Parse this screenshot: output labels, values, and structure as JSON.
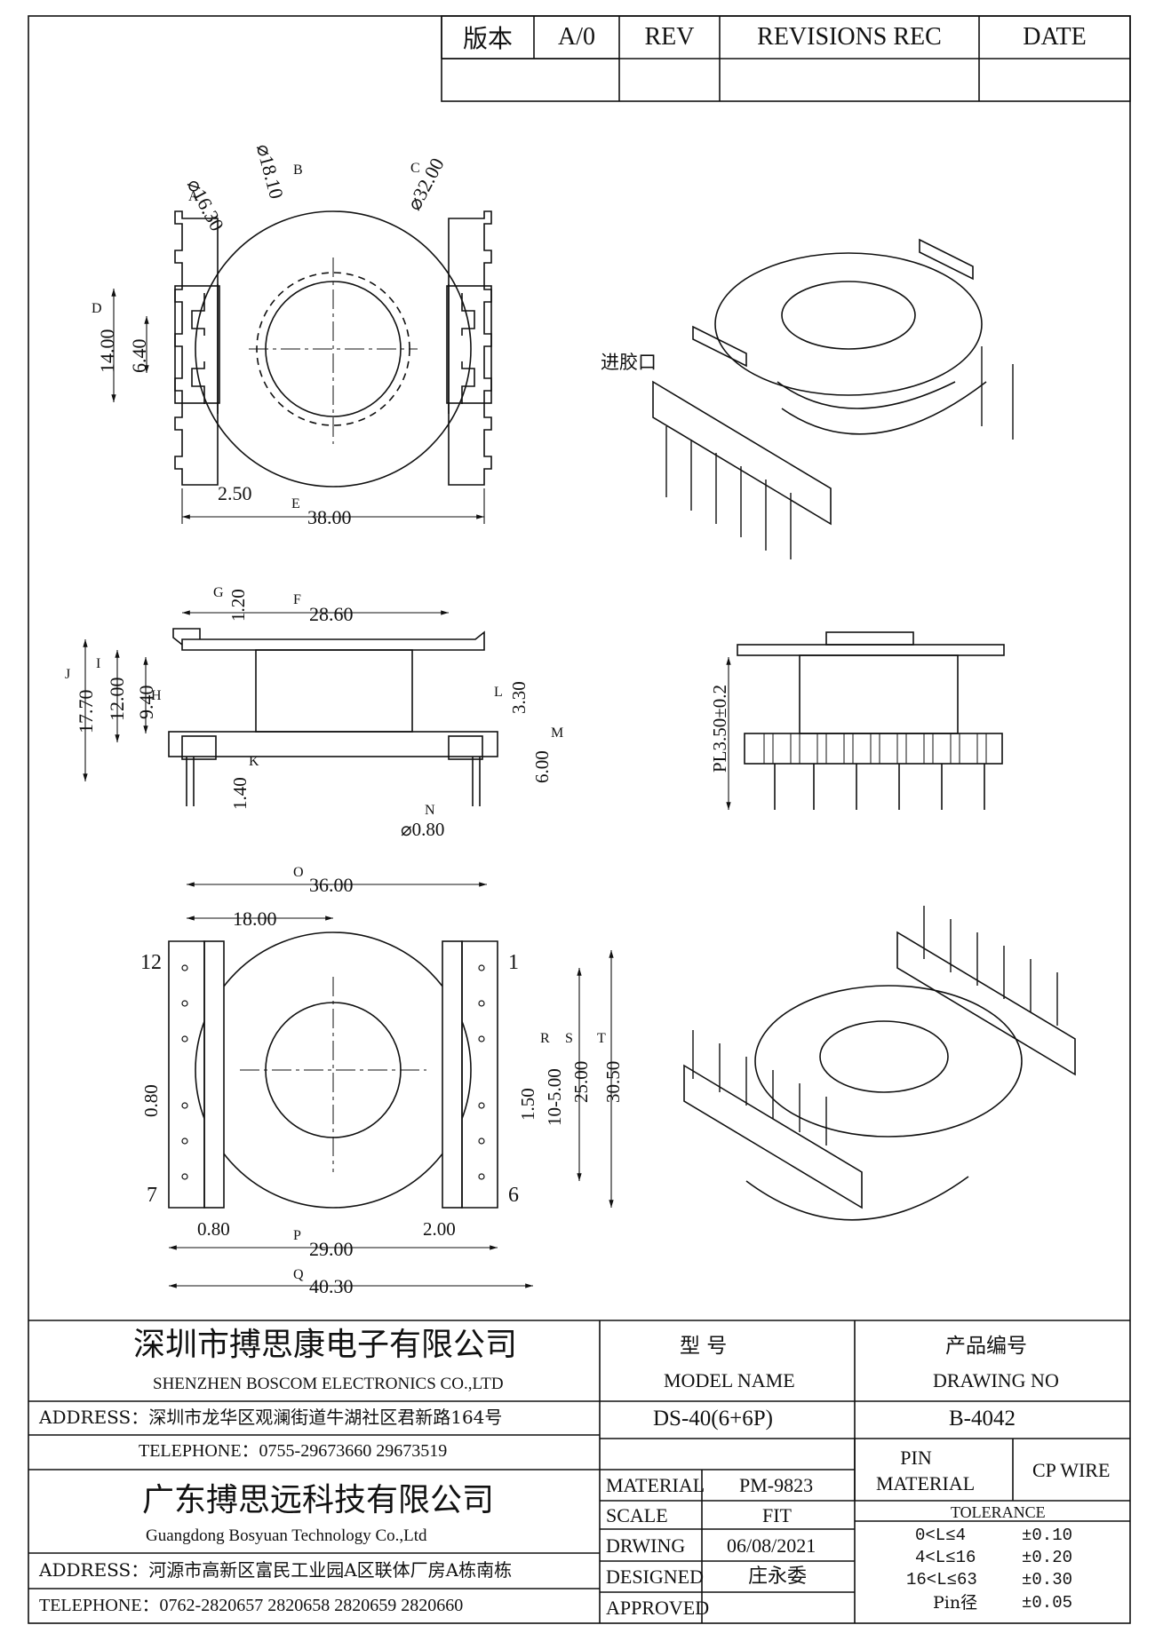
{
  "revision_block": {
    "version_label": "版本",
    "version_value": "A/0",
    "rev_header": "REV",
    "revisions_header": "REVISIONS REC",
    "date_header": "DATE"
  },
  "top_view": {
    "dims": {
      "A": "⌀16.30",
      "B": "⌀18.10",
      "C": "⌀32.00",
      "D": "14.00",
      "d2": "6.40",
      "w": "2.50",
      "E": "38.00"
    },
    "letters": {
      "A": "A",
      "B": "B",
      "C": "C",
      "D": "D",
      "E": "E"
    }
  },
  "iso_top": {
    "inlet_label": "进胶口"
  },
  "side_view": {
    "dims": {
      "G": "1.20",
      "F": "28.60",
      "J": "17.70",
      "I": "12.00",
      "H": "9.40",
      "L": "3.30",
      "M": "6.00",
      "K": "1.40",
      "N": "⌀0.80"
    },
    "letters": {
      "G": "G",
      "F": "F",
      "J": "J",
      "I": "I",
      "H": "H",
      "L": "L",
      "M": "M",
      "K": "K",
      "N": "N"
    }
  },
  "front_view": {
    "pl_label": "PL3.50±0.2"
  },
  "bottom_view": {
    "dims": {
      "O": "36.00",
      "half": "18.00",
      "R": "10-5.00",
      "S": "25.00",
      "T": "30.50",
      "pitch": "1.50",
      "slot": "0.80",
      "bottom_left": "0.80",
      "bottom_right": "2.00",
      "P": "29.00",
      "Q": "40.30"
    },
    "letters": {
      "O": "O",
      "P": "P",
      "Q": "Q",
      "R": "R",
      "S": "S",
      "T": "T"
    },
    "pins": {
      "p12": "12",
      "p1": "1",
      "p7": "7",
      "p6": "6"
    }
  },
  "title_block": {
    "company_cn": "深圳市搏思康电子有限公司",
    "company_en": "SHENZHEN BOSCOM ELECTRONICS CO.,LTD",
    "address1": "ADDRESS：深圳市龙华区观澜街道牛湖社区君新路164号",
    "telephone1": "TELEPHONE：0755-29673660 29673519",
    "company2_cn": "广东搏思远科技有限公司",
    "company2_en": "Guangdong Bosyuan Technology Co.,Ltd",
    "address2": "ADDRESS：河源市高新区富民工业园A区联体厂房A栋南栋",
    "telephone2": "TELEPHONE：0762-2820657 2820658 2820659 2820660",
    "model_cn": "型    号",
    "model_en": "MODEL NAME",
    "model_value": "DS-40(6+6P)",
    "drawing_cn": "产品编号",
    "drawing_en": "DRAWING NO",
    "drawing_value": "B-4042",
    "material_label": "MATERIAL",
    "material_value": "PM-9823",
    "pin_material_label": "PIN\nMATERIAL",
    "pin_material_value": "CP WIRE",
    "scale_label": "SCALE",
    "scale_value": "FIT",
    "drwing_label": "DRWING",
    "drwing_value": "06/08/2021",
    "designed_label": "DESIGNED",
    "designed_value": "庄永委",
    "approved_label": "APPROVED",
    "approved_value": "",
    "tolerance_label": "TOLERANCE",
    "tolerances": [
      {
        "range": "0<L≤4",
        "value": "±0.10"
      },
      {
        "range": "4<L≤16",
        "value": "±0.20"
      },
      {
        "range": "16<L≤63",
        "value": "±0.30"
      },
      {
        "range": "Pin径",
        "value": "±0.05"
      }
    ]
  }
}
